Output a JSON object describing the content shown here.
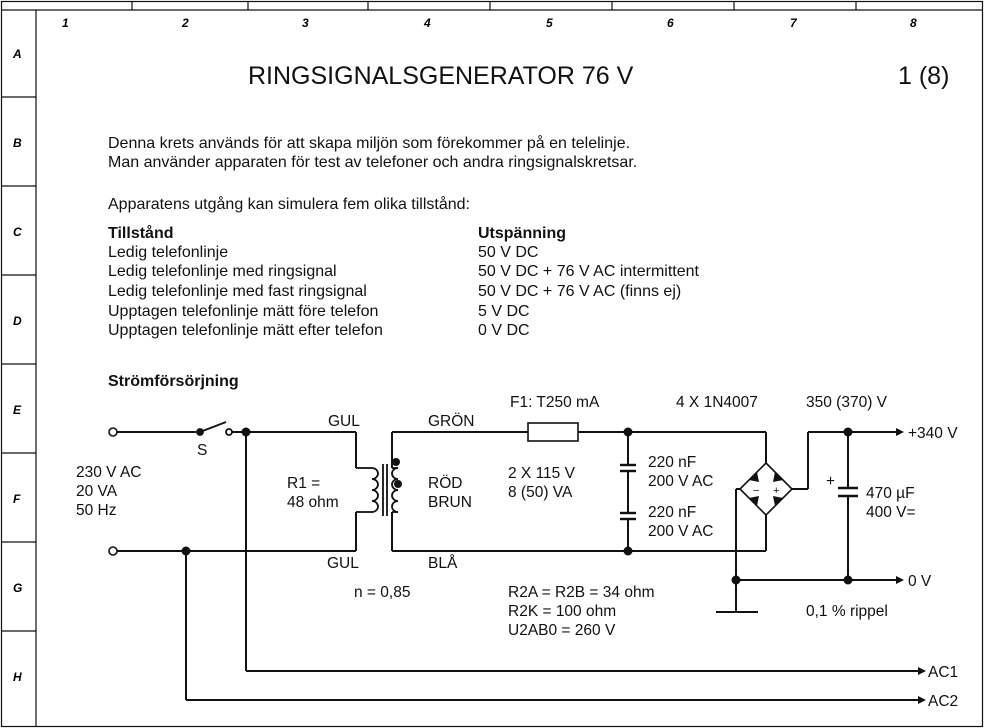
{
  "frame": {
    "columns": [
      "1",
      "2",
      "3",
      "4",
      "5",
      "6",
      "7",
      "8"
    ],
    "rows": [
      "A",
      "B",
      "C",
      "D",
      "E",
      "F",
      "G",
      "H"
    ]
  },
  "header": {
    "title": "RINGSIGNALSGENERATOR  76 V",
    "page": "1  (8)"
  },
  "intro": {
    "line1": "Denna krets används för att skapa miljön som förekommer på en telelinje.",
    "line2": "Man använder apparaten för test av telefoner och andra ringsignalskretsar.",
    "line3": "Apparatens utgång kan simulera fem olika tillstånd:"
  },
  "states": {
    "head_state": "Tillstånd",
    "head_voltage": "Utspänning",
    "rows": [
      {
        "state": "Ledig telefonlinje",
        "voltage": "50 V DC"
      },
      {
        "state": "Ledig telefonlinje med ringsignal",
        "voltage": "50 V DC + 76 V AC intermittent"
      },
      {
        "state": "Ledig telefonlinje med fast ringsignal",
        "voltage": "50 V DC + 76 V AC (finns ej)"
      },
      {
        "state": "Upptagen telefonlinje mätt före telefon",
        "voltage": "5 V DC"
      },
      {
        "state": "Upptagen telefonlinje mätt efter telefon",
        "voltage": "0 V DC"
      }
    ]
  },
  "schematic": {
    "section_title": "Strömförsörjning",
    "input_voltage": "230 V  AC",
    "input_power": "20 VA",
    "input_freq": "50 Hz",
    "switch_label": "S",
    "wire_gul_top": "GUL",
    "wire_gul_bottom": "GUL",
    "wire_gron": "GRÖN",
    "wire_rod": "RÖD",
    "wire_brun": "BRUN",
    "wire_bla": "BLÅ",
    "r1_line1": "R1 =",
    "r1_line2": "48 ohm",
    "ratio": "n = 0,85",
    "fuse": "F1:  T250 mA",
    "secondary_line1": "2 X 115 V",
    "secondary_line2": "8 (50) VA",
    "cap1_line1": "220 nF",
    "cap1_line2": "200 V AC",
    "cap2_line1": "220 nF",
    "cap2_line2": "200 V AC",
    "bridge": "4 X 1N4007",
    "dc_voltage": "350 (370) V",
    "out_plus": "+340 V",
    "out_zero": "0 V",
    "elcap_line1": "470 µF",
    "elcap_line2": "400 V=",
    "elcap_plus": "+",
    "ripple": "0,1 % rippel",
    "r2a": "R2A = R2B = 34 ohm",
    "r2k": "R2K = 100 ohm",
    "u2ab0": "U2AB0 = 260 V",
    "ac1": "AC1",
    "ac2": "AC2"
  }
}
